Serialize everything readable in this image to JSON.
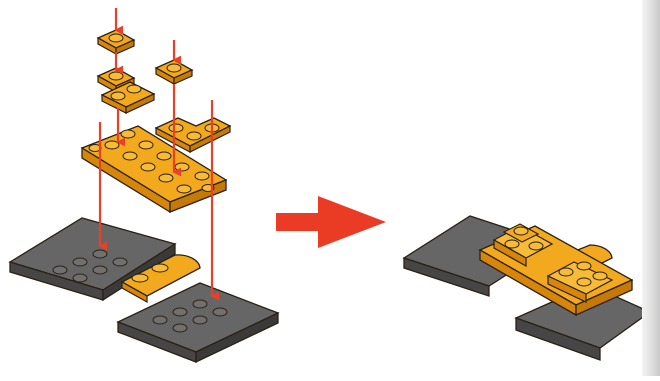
{
  "colors": {
    "brick": "#f2a91e",
    "brick_dark": "#d6870b",
    "brick_light": "#ffcf55",
    "outline": "#2b2014",
    "plate_top": "#6b6b6b",
    "plate_side": "#4a4a4a",
    "arrow": "#e8412a",
    "big_arrow": "#ea3b24"
  },
  "steps": [
    {
      "name": "exploded-view",
      "arrows_down": 7
    },
    {
      "name": "assembled-view"
    }
  ],
  "transition": {
    "icon": "right-arrow-icon"
  }
}
